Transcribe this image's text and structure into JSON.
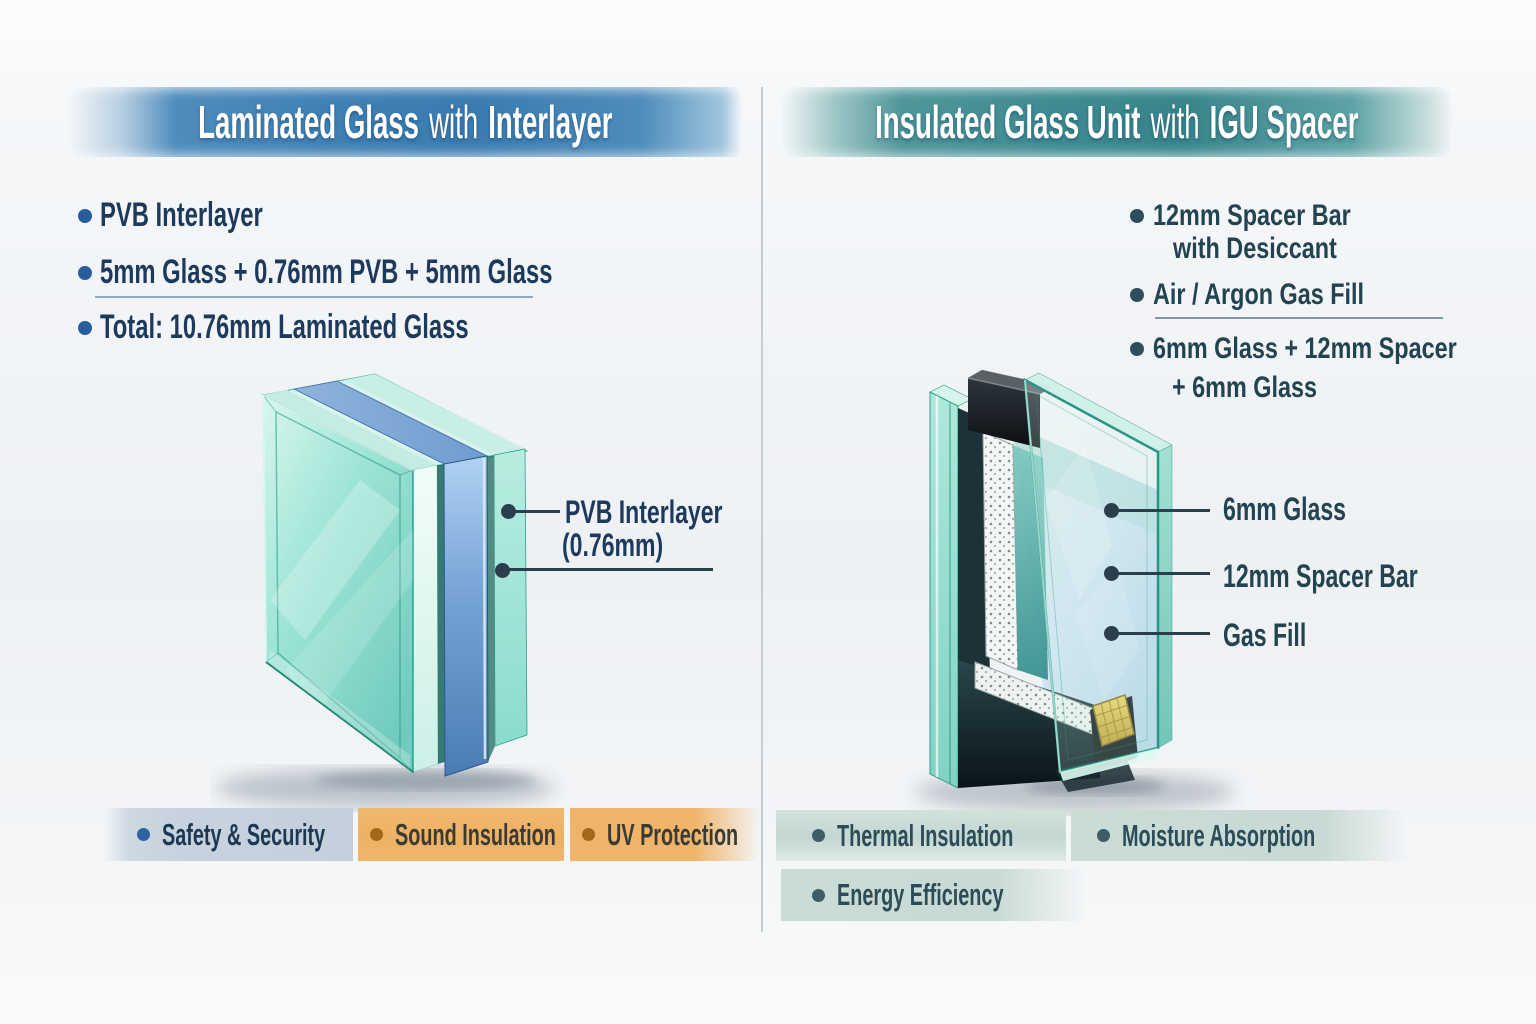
{
  "left": {
    "title": {
      "lead": "Laminated Glass",
      "mid": "with",
      "tail": "Interlayer"
    },
    "bullets": {
      "b1": "PVB Interlayer",
      "b2": "5mm Glass + 0.76mm PVB + 5mm Glass",
      "b3": "Total: 10.76mm Laminated Glass"
    },
    "callout": {
      "line1": "PVB Interlayer",
      "line2": "(0.76mm)"
    },
    "badges": {
      "b1": "Safety & Security",
      "b2": "Sound Insulation",
      "b3": "UV Protection"
    }
  },
  "right": {
    "title": {
      "lead": "Insulated Glass Unit",
      "mid": "with",
      "tail": "IGU Spacer"
    },
    "bullets": {
      "b1a": "12mm Spacer Bar",
      "b1b": "with Desiccant",
      "b2": "Air / Argon Gas Fill",
      "b3a": "6mm Glass + 12mm Spacer",
      "b3b": "+ 6mm Glass"
    },
    "labels": {
      "l1": "6mm Glass",
      "l2": "12mm Spacer Bar",
      "l3": "Gas Fill"
    },
    "badges": {
      "b1": "Thermal Insulation",
      "b2": "Moisture Absorption",
      "b3": "Energy Efficiency"
    }
  },
  "colors": {
    "header_blue": "#3f80b4",
    "header_teal": "#3e8b91",
    "text_navy": "#1d3a5c",
    "text_slate": "#22434f",
    "pvb_blue": "#5b8fc6",
    "glass_teal": "#8adcce",
    "badge_orange": "#efb469",
    "badge_bluegray": "#c7d3de",
    "badge_teal": "#c9dad5",
    "bullet_dot_blue": "#2a5d9e",
    "bullet_dot_slate": "#2e4e5e"
  }
}
